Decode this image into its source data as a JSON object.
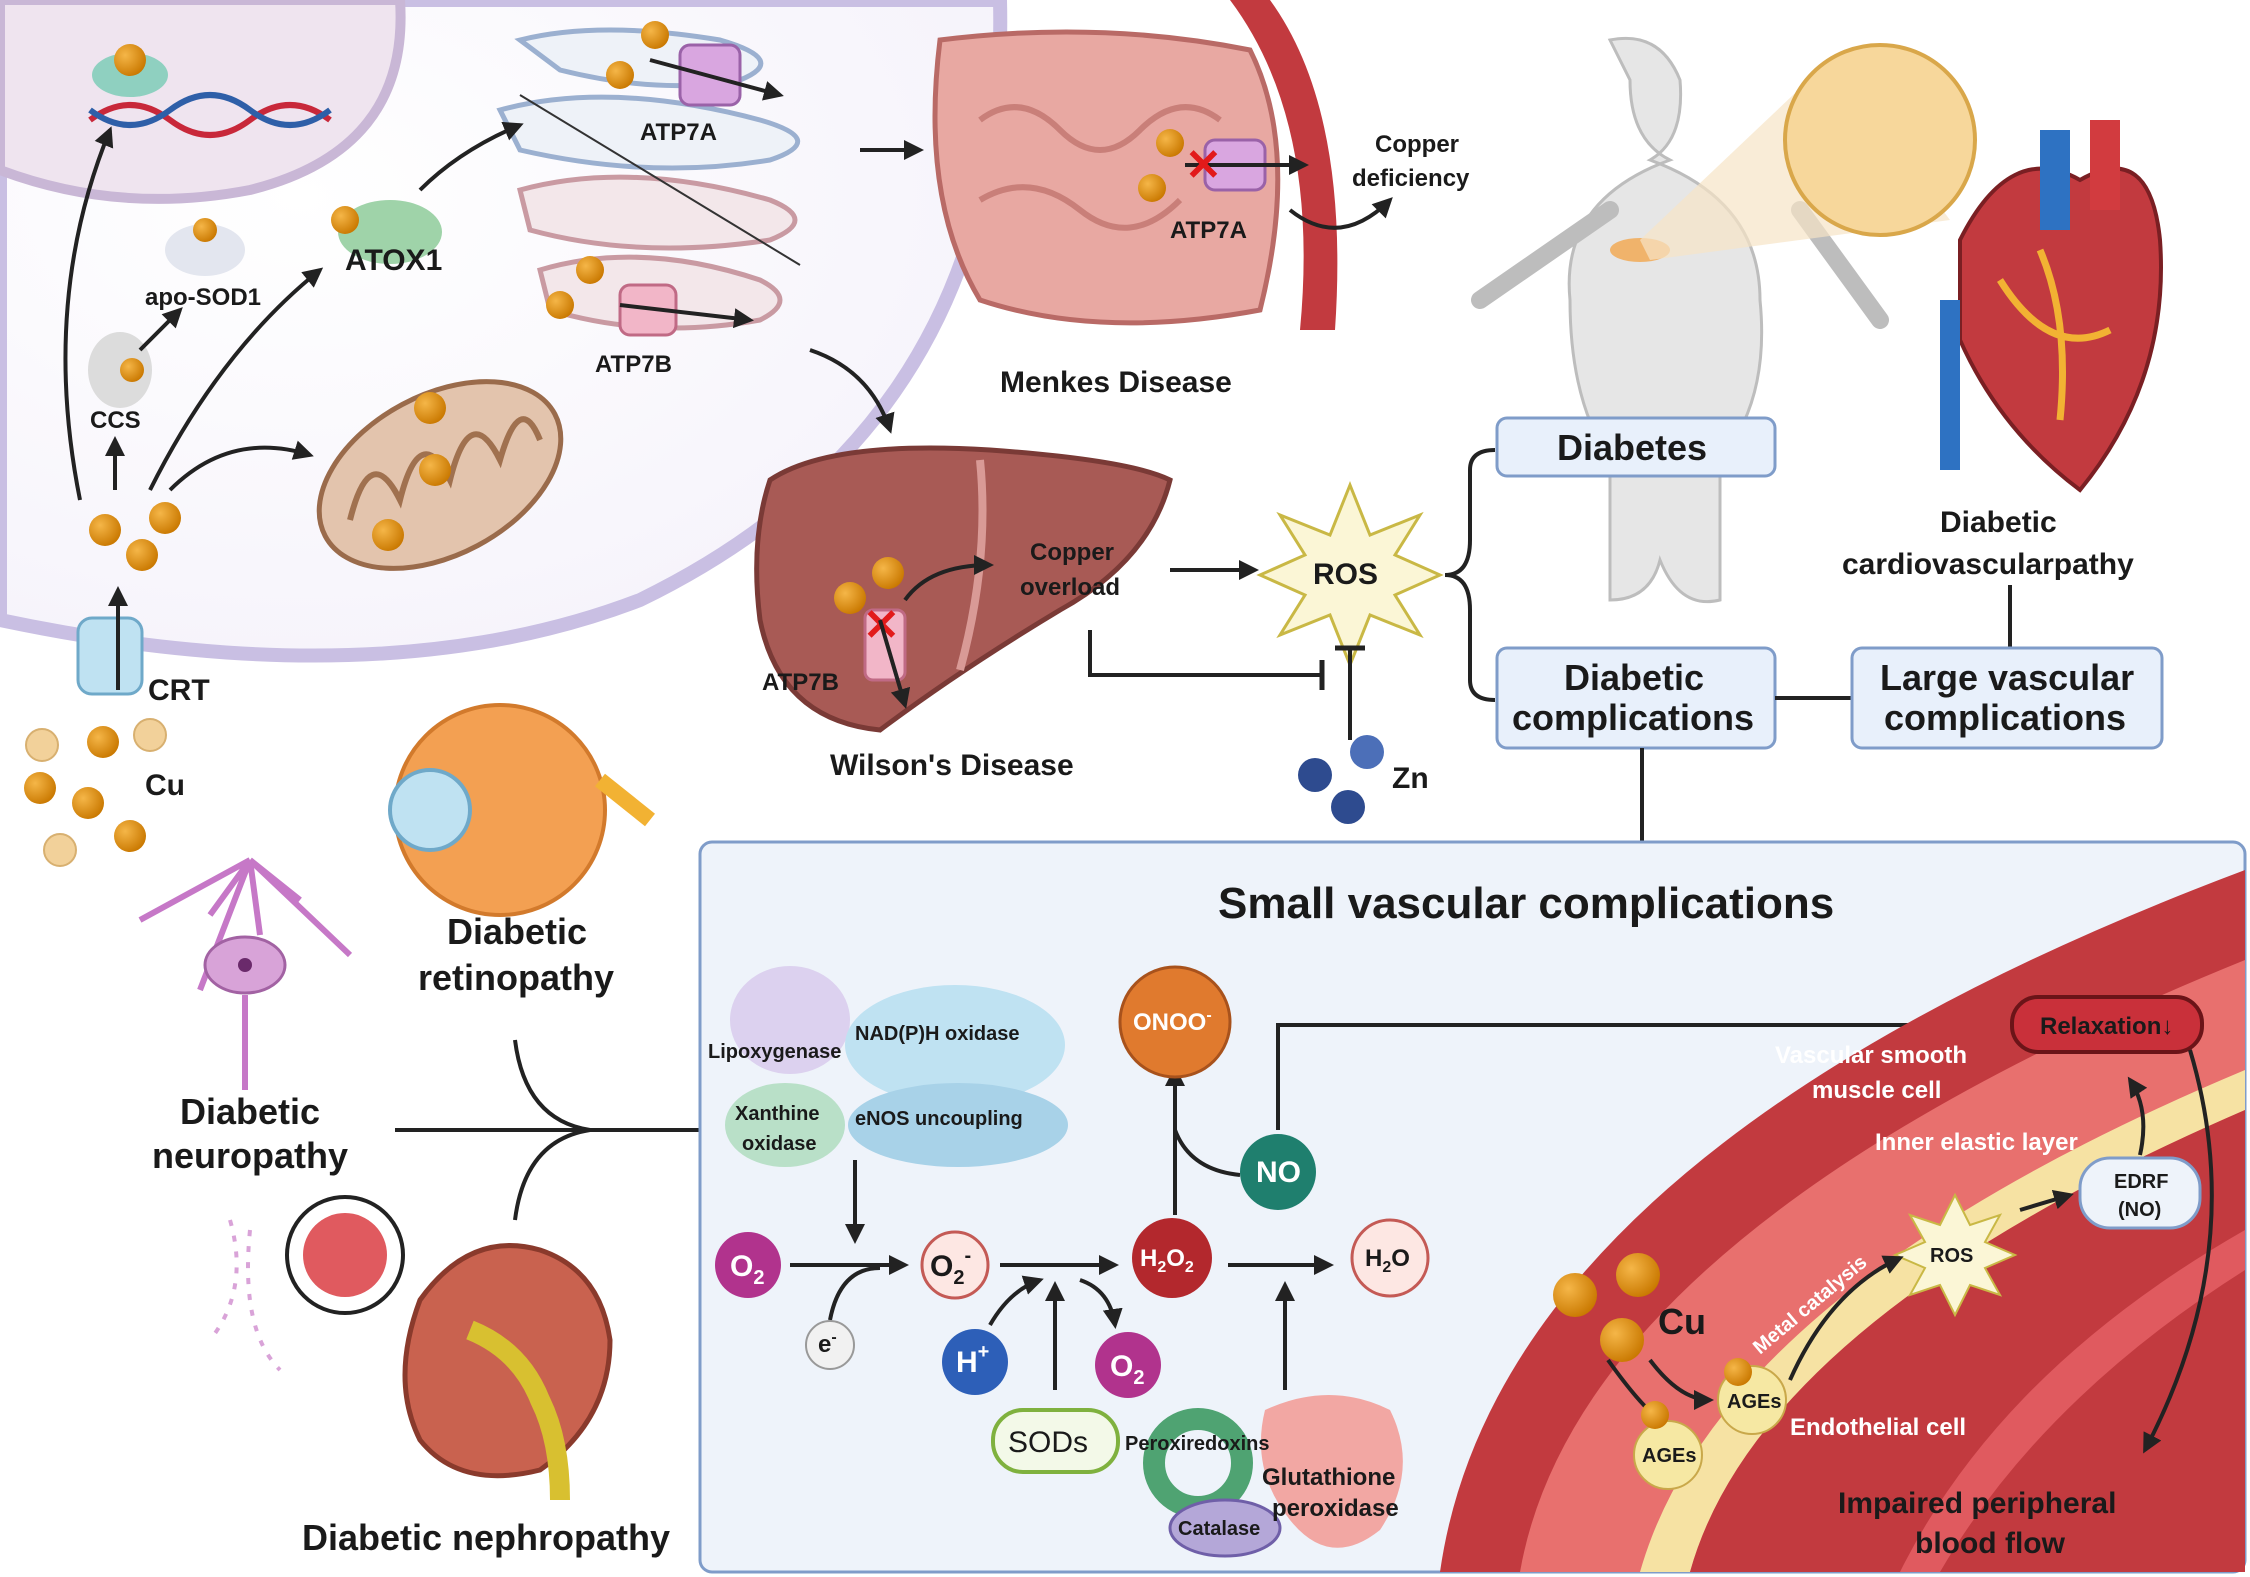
{
  "labels": {
    "atp7a_top": "ATP7A",
    "atox1": "ATOX1",
    "apo_sod1": "apo-SOD1",
    "ccs": "CCS",
    "atp7b_top": "ATP7B",
    "crt": "CRT",
    "cu_left": "Cu",
    "menkes": "Menkes Disease",
    "atp7a_menkes": "ATP7A",
    "copper_deficiency_1": "Copper",
    "copper_deficiency_2": "deficiency",
    "copper_overload_1": "Copper",
    "copper_overload_2": "overload",
    "atp7b_wilson": "ATP7B",
    "wilson": "Wilson's Disease",
    "ros_main": "ROS",
    "zn": "Zn",
    "diabetes": "Diabetes",
    "diabetic_complications_1": "Diabetic",
    "diabetic_complications_2": "complications",
    "large_vascular_1": "Large vascular",
    "large_vascular_2": "complications",
    "cardio_1": "Diabetic",
    "cardio_2": "cardiovascularpathy",
    "retinopathy_1": "Diabetic",
    "retinopathy_2": "retinopathy",
    "neuropathy_1": "Diabetic",
    "neuropathy_2": "neuropathy",
    "nephropathy": "Diabetic nephropathy",
    "small_vascular": "Small  vascular complications",
    "lipoxygenase": "Lipoxygenase",
    "nadph_oxidase": "NAD(P)H oxidase",
    "xanthine_1": "Xanthine",
    "xanthine_2": "oxidase",
    "enos": "eNOS uncoupling",
    "onoo": "ONOO",
    "onoo_sup": "-",
    "no": "NO",
    "o2_left": "O",
    "o2_left_sub": "2",
    "o2_radical": "O",
    "o2_radical_sub": "2",
    "o2_radical_sup": "-",
    "h2o2_a": "H",
    "h2o2_sub1": "2",
    "h2o2_b": "O",
    "h2o2_sub2": "2",
    "h2o_a": "H",
    "h2o_sub": "2",
    "h2o_b": "O",
    "electron": "e",
    "electron_sup": "-",
    "hplus": "H",
    "hplus_sup": "+",
    "o2_bottom": "O",
    "o2_bottom_sub": "2",
    "sods": "SODs",
    "peroxiredoxins": "Peroxiredoxins",
    "catalase": "Catalase",
    "glutathione_1": "Glutathione",
    "glutathione_2": "peroxidase",
    "relaxation": "Relaxation↓",
    "vsmc_1": "Vascular smooth",
    "vsmc_2": "muscle cell",
    "inner_elastic": "Inner elastic layer",
    "edrf_1": "EDRF",
    "edrf_2": "(NO)",
    "ros_vessel": "ROS",
    "metal_catalysis": "Metal catalysis",
    "cu_vessel": "Cu",
    "ages_1": "AGEs",
    "ages_2": "AGEs",
    "endothelial": "Endothelial cell",
    "impaired_1": "Impaired peripheral",
    "impaired_2": "blood flow"
  },
  "colors": {
    "cell_membrane": "#c9bfe3",
    "nucleus": "#efe4ef",
    "copper": "#d98a10",
    "box_fill": "#e8f0fb",
    "box_stroke": "#7f9cc9",
    "ros_star": "#fbf6d6",
    "onoo": "#e07a2e",
    "no": "#1f7f6e",
    "o2": "#b1338d",
    "h2o2": "#b3282d",
    "hplus": "#2d5fb8",
    "relaxation": "#c9303a",
    "vessel_red": "#c23a3f",
    "liver": "#a85a55",
    "intestine": "#e39c96"
  }
}
